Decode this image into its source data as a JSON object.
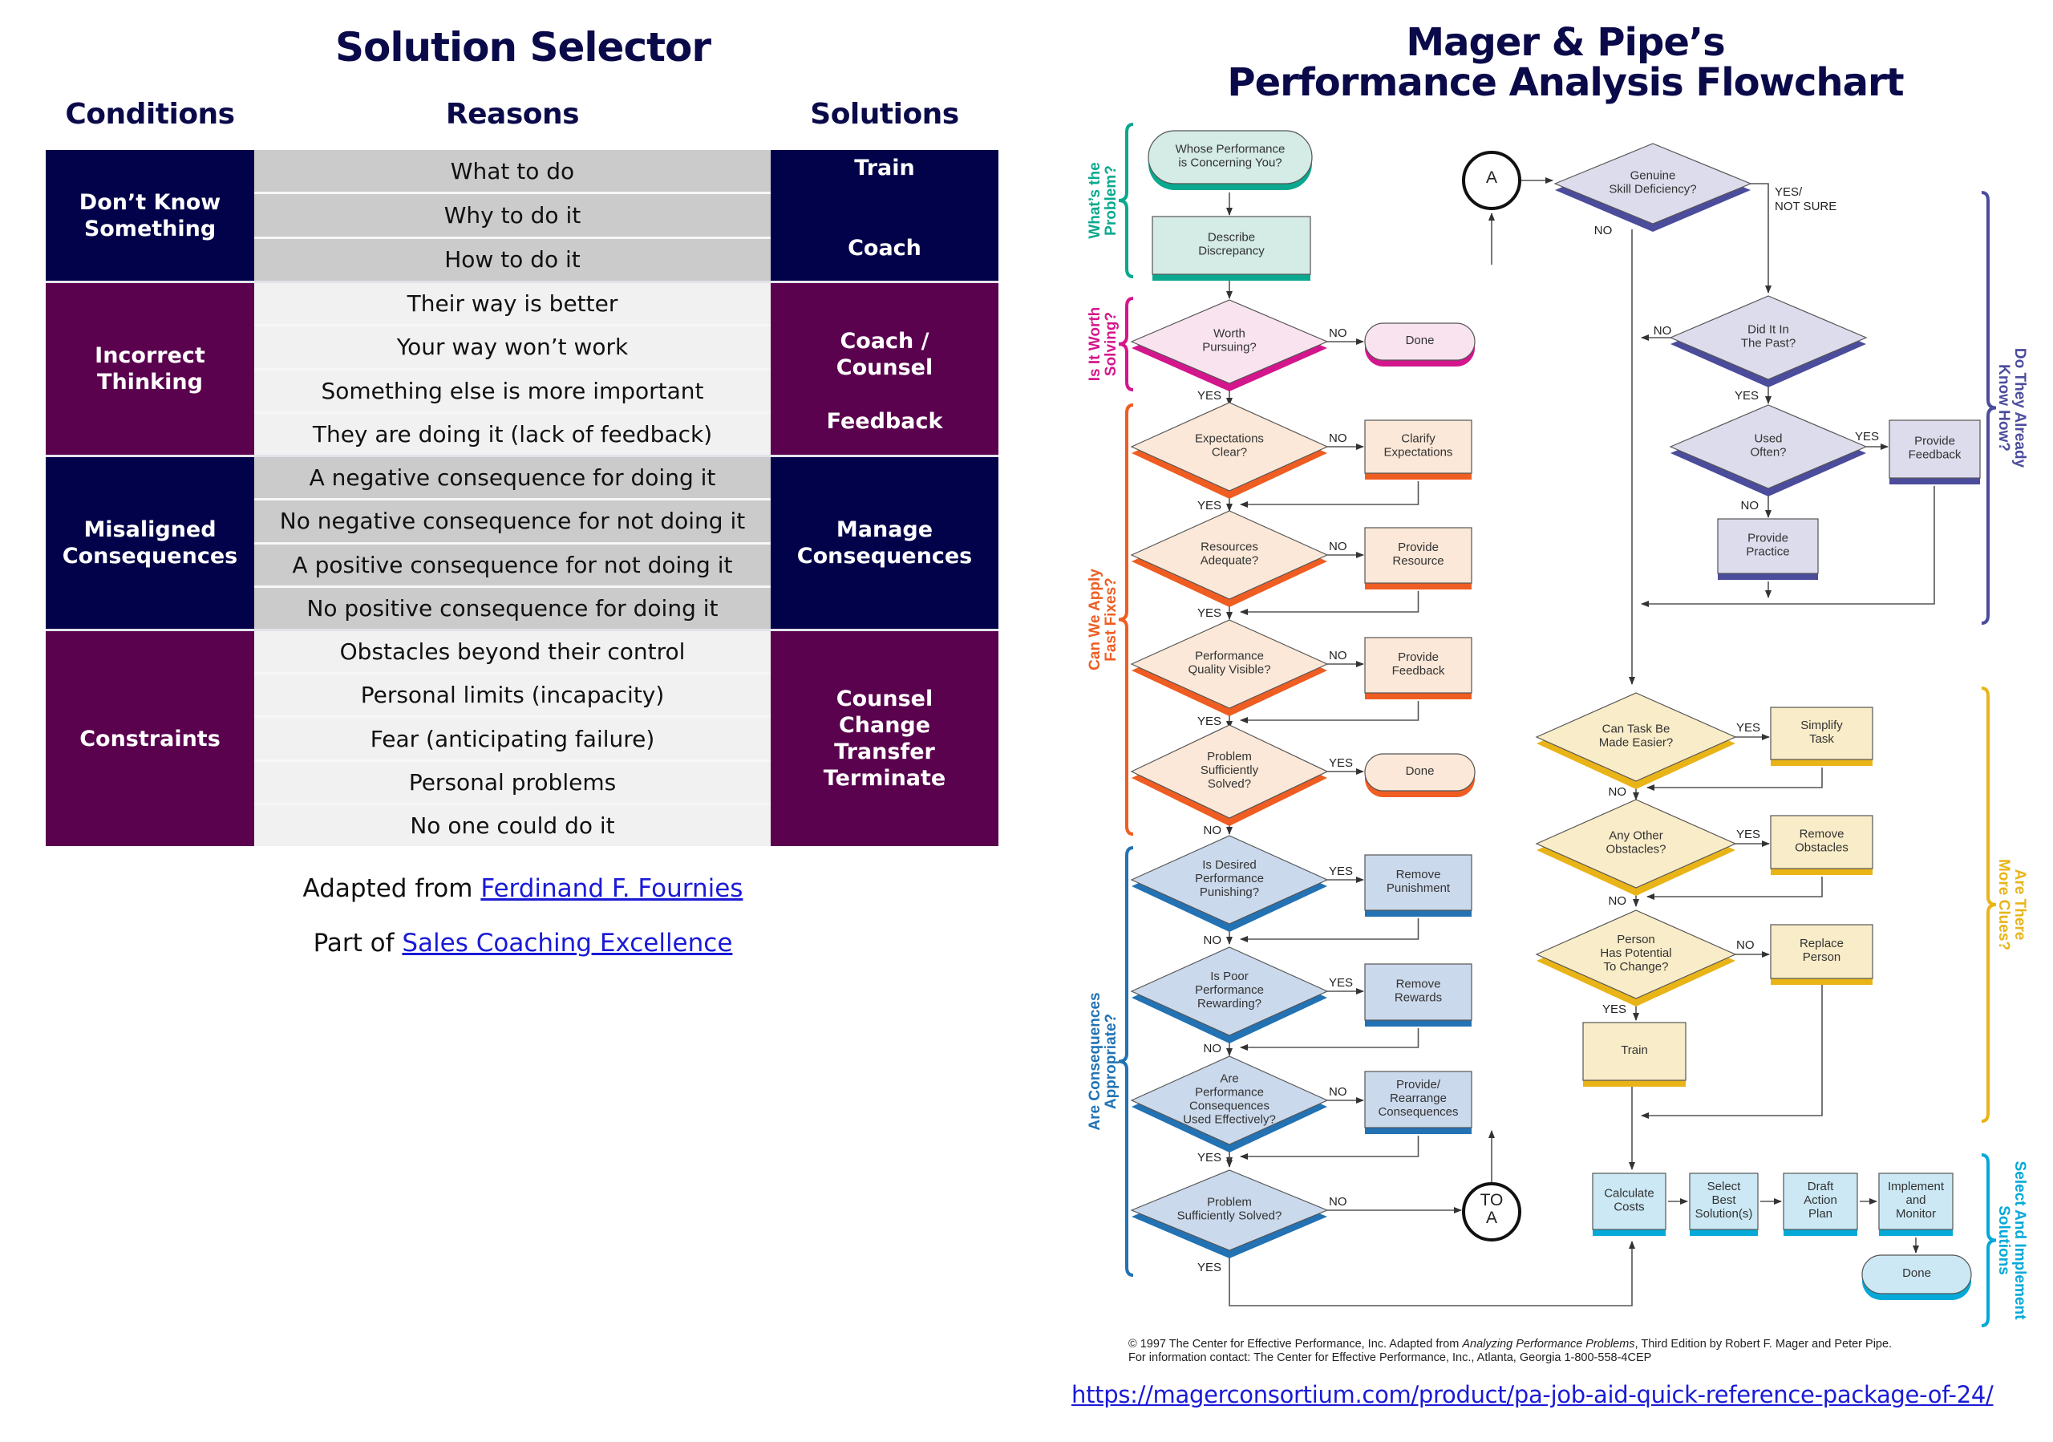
{
  "left_panel": {
    "title": "Solution Selector",
    "headers": {
      "conditions": "Conditions",
      "reasons": "Reasons",
      "solutions": "Solutions"
    },
    "groups": [
      {
        "condition": "Don’t Know Something",
        "color": "#02024a",
        "reasons": [
          "What to do",
          "Why to do it",
          "How to do it"
        ],
        "solutions": [
          "Train",
          "Coach"
        ]
      },
      {
        "condition": "Incorrect Thinking",
        "color": "#5a024e",
        "reasons": [
          "Their way is better",
          "Your way won’t work",
          "Something else is more important",
          "They are doing it (lack of feedback)"
        ],
        "solutions": [
          "Coach / Counsel",
          "Feedback"
        ]
      },
      {
        "condition": "Misaligned Consequences",
        "color": "#02024a",
        "reasons": [
          "A negative consequence for doing it",
          "No negative consequence for not doing it",
          "A positive consequence for not doing it",
          "No positive consequence for doing it"
        ],
        "solutions": [
          "Manage Consequences"
        ]
      },
      {
        "condition": "Constraints",
        "color": "#5a024e",
        "reasons": [
          "Obstacles beyond their control",
          "Personal limits (incapacity)",
          "Fear (anticipating failure)",
          "Personal problems",
          "No one could do it"
        ],
        "solutions": [
          "Counsel",
          "Change",
          "Transfer",
          "Terminate"
        ]
      }
    ],
    "credits": {
      "adapted_prefix": "Adapted from ",
      "adapted_link": "Ferdinand F. Fournies",
      "part_prefix": "Part of ",
      "part_link": "Sales Coaching Excellence"
    }
  },
  "right_panel": {
    "title_line1": "Mager & Pipe’s",
    "title_line2": "Performance Analysis Flowchart",
    "section_labels": {
      "whats_problem": [
        "What’s the",
        "Problem?"
      ],
      "worth_solving": [
        "Is It Worth",
        "Solving?"
      ],
      "fast_fixes": [
        "Can We Apply",
        "Fast Fixes?"
      ],
      "consequences": [
        "Are Consequences",
        "Appropriate?"
      ],
      "know_how": [
        "Do They Already",
        "Know How?"
      ],
      "more_clues": [
        "Are There",
        "More Clues?"
      ],
      "select_implement": [
        "Select And Implement",
        "Solutions"
      ]
    },
    "section_colors": {
      "whats_problem": "#0aa88e",
      "worth_solving": "#d4168c",
      "fast_fixes": "#ef5d22",
      "consequences": "#2272b4",
      "know_how": "#4b4c9c",
      "more_clues": "#e9b418",
      "select_implement": "#05a9d8"
    },
    "nodes": {
      "whose": [
        "Whose Performance",
        "is Concerning You?"
      ],
      "describe": [
        "Describe",
        "Discrepancy"
      ],
      "worth": [
        "Worth",
        "Pursuing?"
      ],
      "done1": [
        "Done"
      ],
      "expectations": [
        "Expectations",
        "Clear?"
      ],
      "clarify": [
        "Clarify",
        "Expectations"
      ],
      "resources": [
        "Resources",
        "Adequate?"
      ],
      "provide_resource": [
        "Provide",
        "Resource"
      ],
      "quality": [
        "Performance",
        "Quality Visible?"
      ],
      "provide_feedback1": [
        "Provide",
        "Feedback"
      ],
      "solved1": [
        "Problem",
        "Sufficiently",
        "Solved?"
      ],
      "done2": [
        "Done"
      ],
      "punishing": [
        "Is Desired",
        "Performance",
        "Punishing?"
      ],
      "remove_punishment": [
        "Remove",
        "Punishment"
      ],
      "rewarding": [
        "Is Poor",
        "Performance",
        "Rewarding?"
      ],
      "remove_rewards": [
        "Remove",
        "Rewards"
      ],
      "used_effectively": [
        "Are",
        "Performance",
        "Consequences",
        "Used Effectively?"
      ],
      "rearrange": [
        "Provide/",
        "Rearrange",
        "Consequences"
      ],
      "solved2": [
        "Problem",
        "Sufficiently Solved?"
      ],
      "to_a": [
        "TO",
        "A"
      ],
      "a": [
        "A"
      ],
      "genuine": [
        "Genuine",
        "Skill Deficiency?"
      ],
      "did_past": [
        "Did It In",
        "The Past?"
      ],
      "used_often": [
        "Used",
        "Often?"
      ],
      "provide_feedback2": [
        "Provide",
        "Feedback"
      ],
      "provide_practice": [
        "Provide",
        "Practice"
      ],
      "easier": [
        "Can Task Be",
        "Made Easier?"
      ],
      "simplify": [
        "Simplify",
        "Task"
      ],
      "obstacles": [
        "Any Other",
        "Obstacles?"
      ],
      "remove_obstacles": [
        "Remove",
        "Obstacles"
      ],
      "potential": [
        "Person",
        "Has Potential",
        "To Change?"
      ],
      "replace": [
        "Replace",
        "Person"
      ],
      "train": [
        "Train"
      ],
      "calculate": [
        "Calculate",
        "Costs"
      ],
      "select_best": [
        "Select",
        "Best",
        "Solution(s)"
      ],
      "draft": [
        "Draft",
        "Action",
        "Plan"
      ],
      "implement": [
        "Implement",
        "and",
        "Monitor"
      ],
      "done3": [
        "Done"
      ]
    },
    "edge_labels": {
      "yes": "YES",
      "no": "NO",
      "yes_not_sure": [
        "YES/",
        "NOT SURE"
      ]
    },
    "copyright": {
      "line1_prefix": "© 1997 The Center for Effective Performance, Inc. Adapted from ",
      "line1_italic": "Analyzing Performance Problems",
      "line1_suffix": ", Third Edition by Robert F. Mager and Peter Pipe.",
      "line2": "For information contact: The Center for Effective Performance, Inc., Atlanta, Georgia  1-800-558-4CEP"
    },
    "url": "https://magerconsortium.com/product/pa-job-aid-quick-reference-package-of-24/"
  }
}
